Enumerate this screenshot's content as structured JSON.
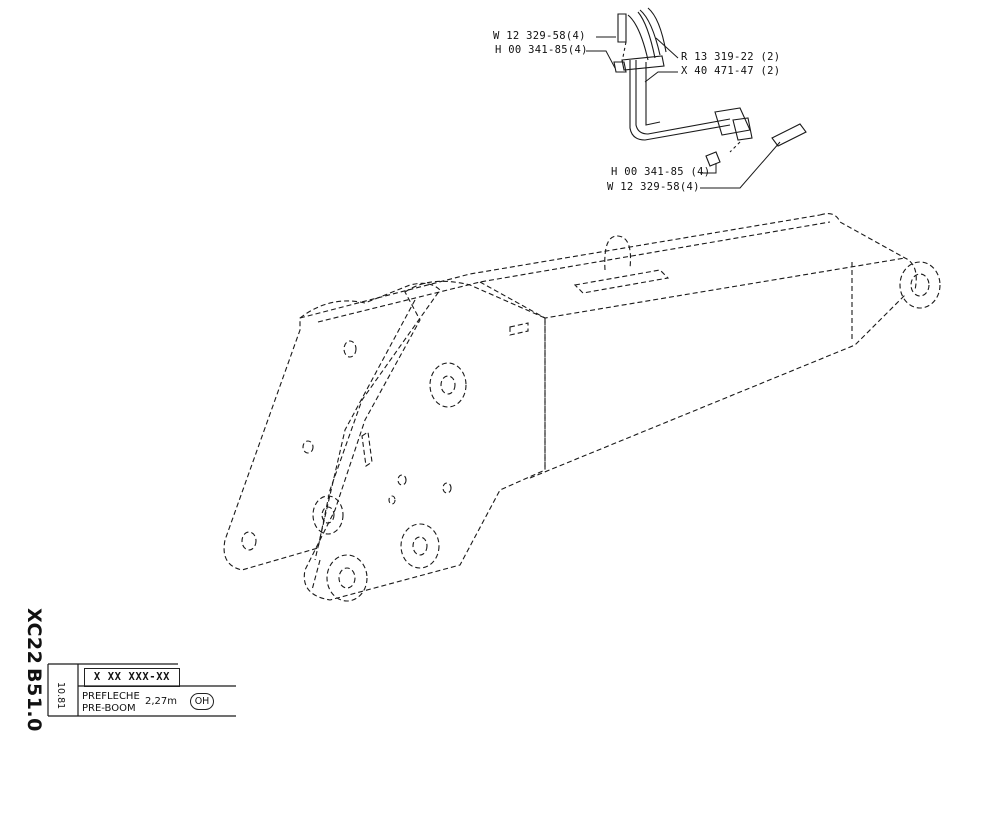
{
  "callouts": [
    {
      "id": "screw_top",
      "text": "W 12 329-58(4)"
    },
    {
      "id": "nut_top",
      "text": "H 00 341-85(4)"
    },
    {
      "id": "hose",
      "text": "R 13 319-22 (2)"
    },
    {
      "id": "pipe",
      "text": "X 40 471-47 (2)"
    },
    {
      "id": "nut_bottom",
      "text": "H 00 341-85 (4)"
    },
    {
      "id": "screw_bottom",
      "text": "W 12 329-58(4)"
    }
  ],
  "title_block": {
    "sheet_code_1": "XC22",
    "sheet_code_2": "B51.0",
    "date": "10.81",
    "part_number": "X XX XXX-XX",
    "name_fr": "PREFLECHE",
    "name_en": "PRE-BOOM",
    "dimension": "2,27m",
    "version": "OH"
  }
}
